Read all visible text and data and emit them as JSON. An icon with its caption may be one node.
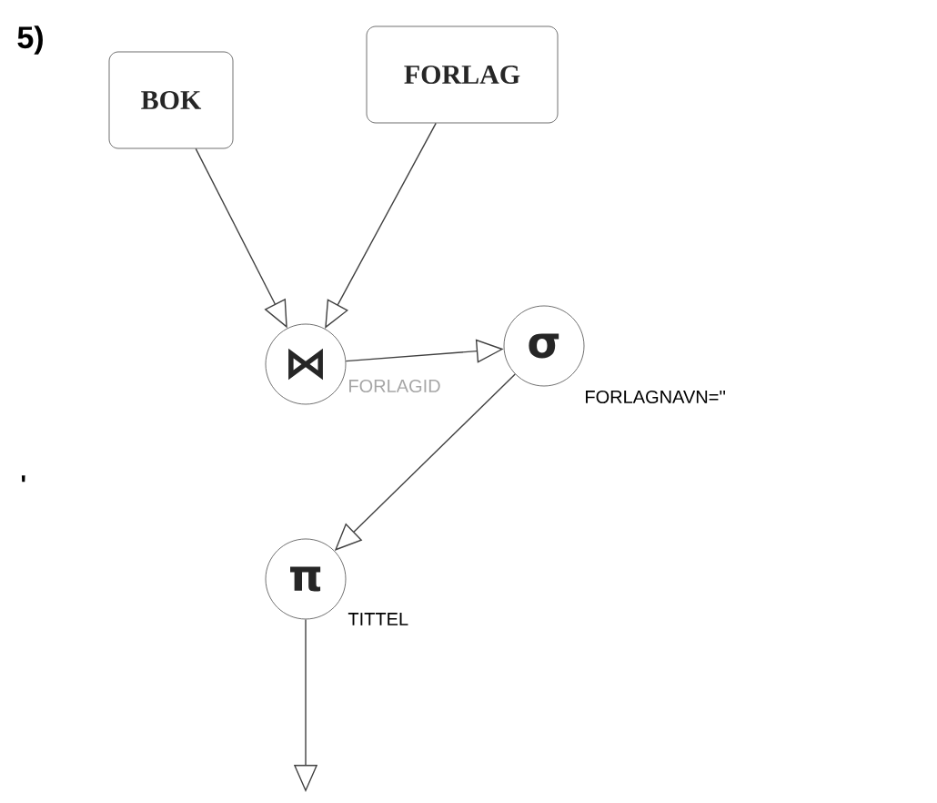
{
  "diagram": {
    "nodes": [
      {
        "text": [
          "BOK"
        ]
      },
      {
        "text": [
          "FORLAG"
        ]
      },
      {
        "text": [
          "⋈"
        ],
        "beside": [
          "FORLAGID"
        ]
      },
      {
        "text": [
          "σ"
        ],
        "beside": [
          "FORLAGNAVN=''"
        ]
      },
      {
        "text": [
          "π"
        ],
        "beside": [
          "TITTEL"
        ]
      }
    ],
    "edges": [
      {
        "from": 0,
        "to": 2,
        "arrow": "to"
      },
      {
        "from": 1,
        "to": 2,
        "arrow": "to"
      },
      {
        "from": 2,
        "to": 3,
        "arrow": "to"
      },
      {
        "from": 3,
        "to": 4,
        "arrow": "to"
      },
      {
        "from": 4,
        "to": null,
        "arrow": "to"
      }
    ],
    "labels": [
      "5)",
      "'"
    ]
  }
}
